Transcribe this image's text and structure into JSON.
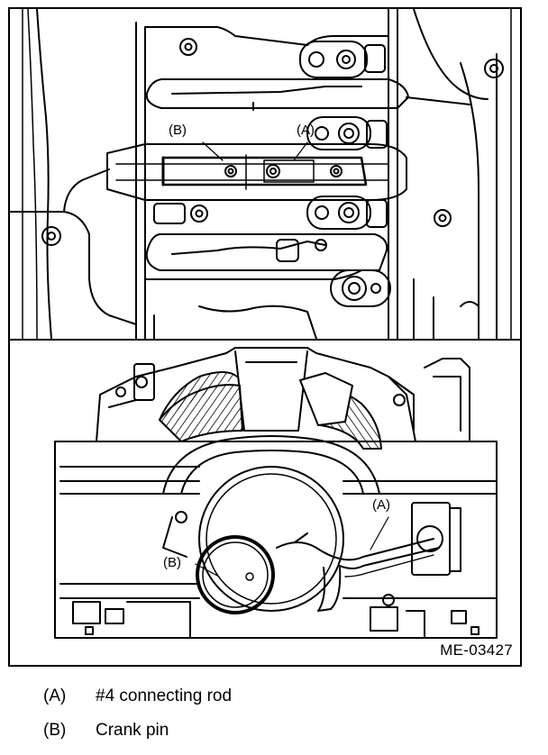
{
  "figure": {
    "id": "ME-03427",
    "top_callouts": {
      "a": "(A)",
      "b": "(B)"
    },
    "bottom_callouts": {
      "a": "(A)",
      "b": "(B)"
    }
  },
  "legend": [
    {
      "key": "(A)",
      "label": "#4 connecting rod"
    },
    {
      "key": "(B)",
      "label": "Crank pin"
    }
  ]
}
